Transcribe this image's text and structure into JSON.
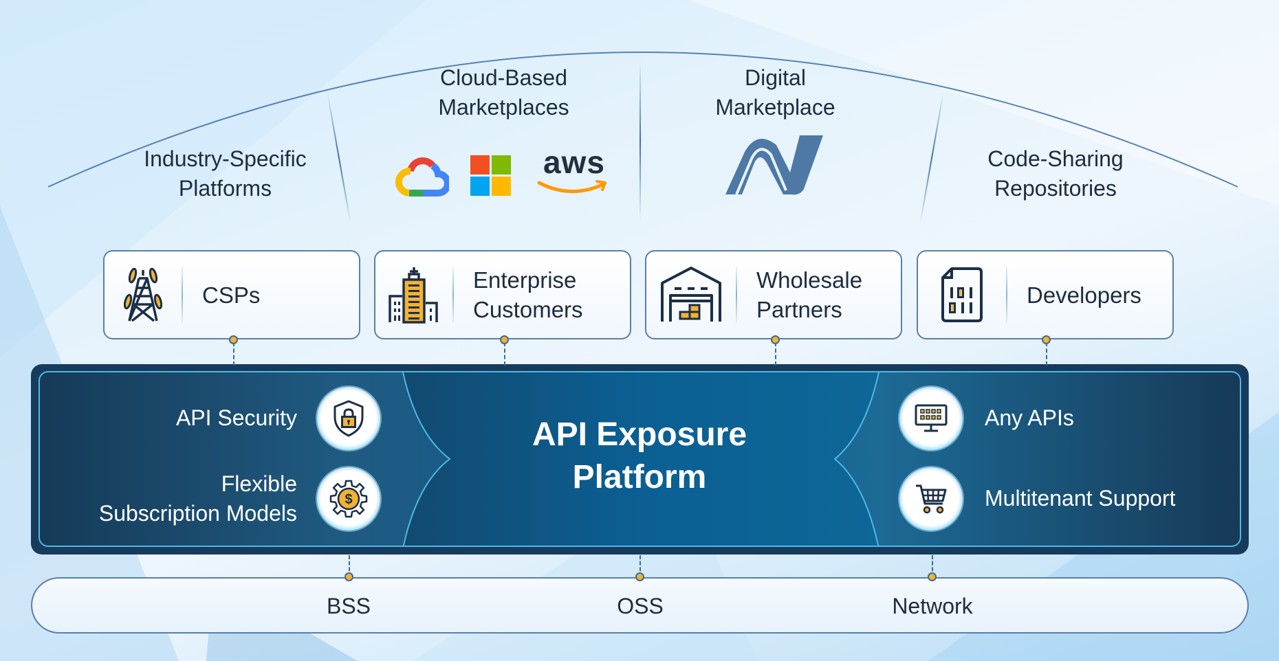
{
  "diagram": {
    "title": "API Exposure Platform",
    "title_lines": [
      "API Exposure",
      "Platform"
    ],
    "channels": [
      {
        "id": "industry",
        "lines": [
          "Industry-Specific",
          "Platforms"
        ]
      },
      {
        "id": "cloud",
        "lines": [
          "Cloud-Based",
          "Marketplaces"
        ],
        "logos": [
          "google-cloud-logo",
          "microsoft-logo",
          "aws-logo"
        ],
        "aws_text": "aws"
      },
      {
        "id": "digital",
        "lines": [
          "Digital",
          "Marketplace"
        ],
        "logos": [
          "digital-marketplace-logo"
        ]
      },
      {
        "id": "code",
        "lines": [
          "Code-Sharing",
          "Repositories"
        ]
      }
    ],
    "audiences": [
      {
        "icon": "cell-tower-icon",
        "lines": [
          "CSPs"
        ]
      },
      {
        "icon": "office-buildings-icon",
        "lines": [
          "Enterprise",
          "Customers"
        ]
      },
      {
        "icon": "warehouse-icon",
        "lines": [
          "Wholesale",
          "Partners"
        ]
      },
      {
        "icon": "binary-file-icon",
        "lines": [
          "Developers"
        ]
      }
    ],
    "left_features": [
      {
        "icon": "shield-lock-icon",
        "lines": [
          "API Security"
        ]
      },
      {
        "icon": "gear-dollar-icon",
        "lines": [
          "Flexible",
          "Subscription Models"
        ]
      }
    ],
    "right_features": [
      {
        "icon": "monitor-grid-icon",
        "lines": [
          "Any APIs"
        ]
      },
      {
        "icon": "shopping-cart-icon",
        "lines": [
          "Multitenant Support"
        ]
      }
    ],
    "foundation": [
      "BSS",
      "OSS",
      "Network"
    ],
    "colors": {
      "navy": "#173b5c",
      "accent_cyan": "#4fb8e6",
      "connector_dot": "#f2b233",
      "text_dark": "#1e2c40",
      "logo_blue": "#4e79a6"
    }
  }
}
